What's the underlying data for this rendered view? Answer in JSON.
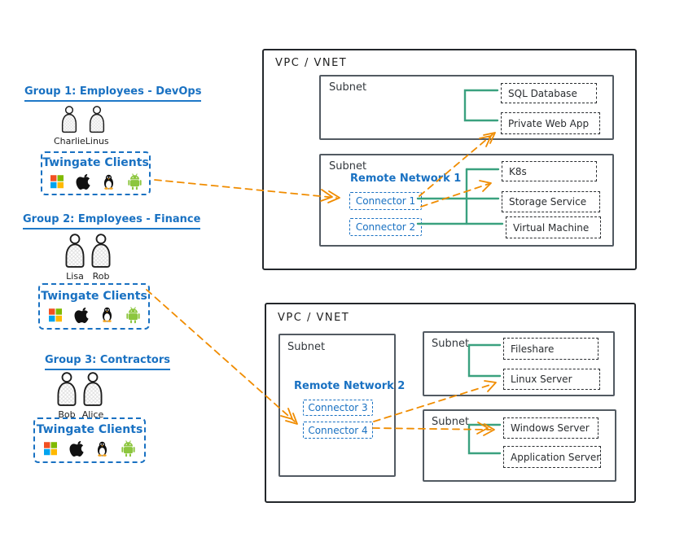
{
  "colors": {
    "accent_blue": "#1971c2",
    "link_green": "#3aa17f",
    "arrow_orange": "#f08c00",
    "ink": "#1e1e1e"
  },
  "groups": [
    {
      "title": "Group 1: Employees - DevOps",
      "users": [
        {
          "name": "Charlie"
        },
        {
          "name": "Linus"
        }
      ],
      "clients_box": {
        "label": "Twingate Clients",
        "platforms": [
          "windows",
          "apple",
          "linux",
          "android"
        ]
      }
    },
    {
      "title": "Group 2: Employees - Finance",
      "users": [
        {
          "name": "Lisa"
        },
        {
          "name": "Rob"
        }
      ],
      "clients_box": {
        "label": "Twingate Clients",
        "platforms": [
          "windows",
          "apple",
          "linux",
          "android"
        ]
      }
    },
    {
      "title": "Group 3: Contractors",
      "users": [
        {
          "name": "Bob"
        },
        {
          "name": "Alice"
        }
      ],
      "clients_box": {
        "label": "Twingate Clients",
        "platforms": [
          "windows",
          "apple",
          "linux",
          "android"
        ]
      }
    }
  ],
  "vpc_top": {
    "label": "VPC / VNET",
    "subnet1": {
      "label": "Subnet",
      "services": [
        "SQL Database",
        "Private Web App"
      ]
    },
    "subnet2": {
      "label": "Subnet",
      "remote_network_label": "Remote Network 1",
      "connectors": [
        "Connector 1",
        "Connector 2"
      ],
      "services": [
        "K8s",
        "Storage Service",
        "Virtual Machine"
      ]
    }
  },
  "vpc_bottom": {
    "label": "VPC / VNET",
    "subnet_left": {
      "label": "Subnet",
      "remote_network_label": "Remote Network 2",
      "connectors": [
        "Connector 3",
        "Connector 4"
      ]
    },
    "subnet_top_right": {
      "label": "Subnet",
      "services": [
        "Fileshare",
        "Linux Server"
      ]
    },
    "subnet_bottom_right": {
      "label": "Subnet",
      "services": [
        "Windows Server",
        "Application Server"
      ]
    }
  },
  "connections": {
    "client_arrows": [
      {
        "from": "group-1-twingate-clients",
        "to": "connector-1"
      },
      {
        "from": "connector-1",
        "to": "private-web-app"
      },
      {
        "from": "connector-1",
        "to": "storage-service"
      },
      {
        "from": "group-2-twingate-clients",
        "to": "connector-4"
      },
      {
        "from": "connector-4",
        "to": "linux-server"
      },
      {
        "from": "connector-4",
        "to": "windows-server"
      }
    ],
    "resource_links": [
      {
        "nodes": [
          "sql-database",
          "private-web-app"
        ]
      },
      {
        "nodes": [
          "connector-1",
          "connector-2",
          "k8s",
          "storage-service",
          "virtual-machine"
        ]
      },
      {
        "nodes": [
          "fileshare",
          "linux-server"
        ]
      },
      {
        "nodes": [
          "windows-server",
          "application-server"
        ]
      }
    ]
  }
}
